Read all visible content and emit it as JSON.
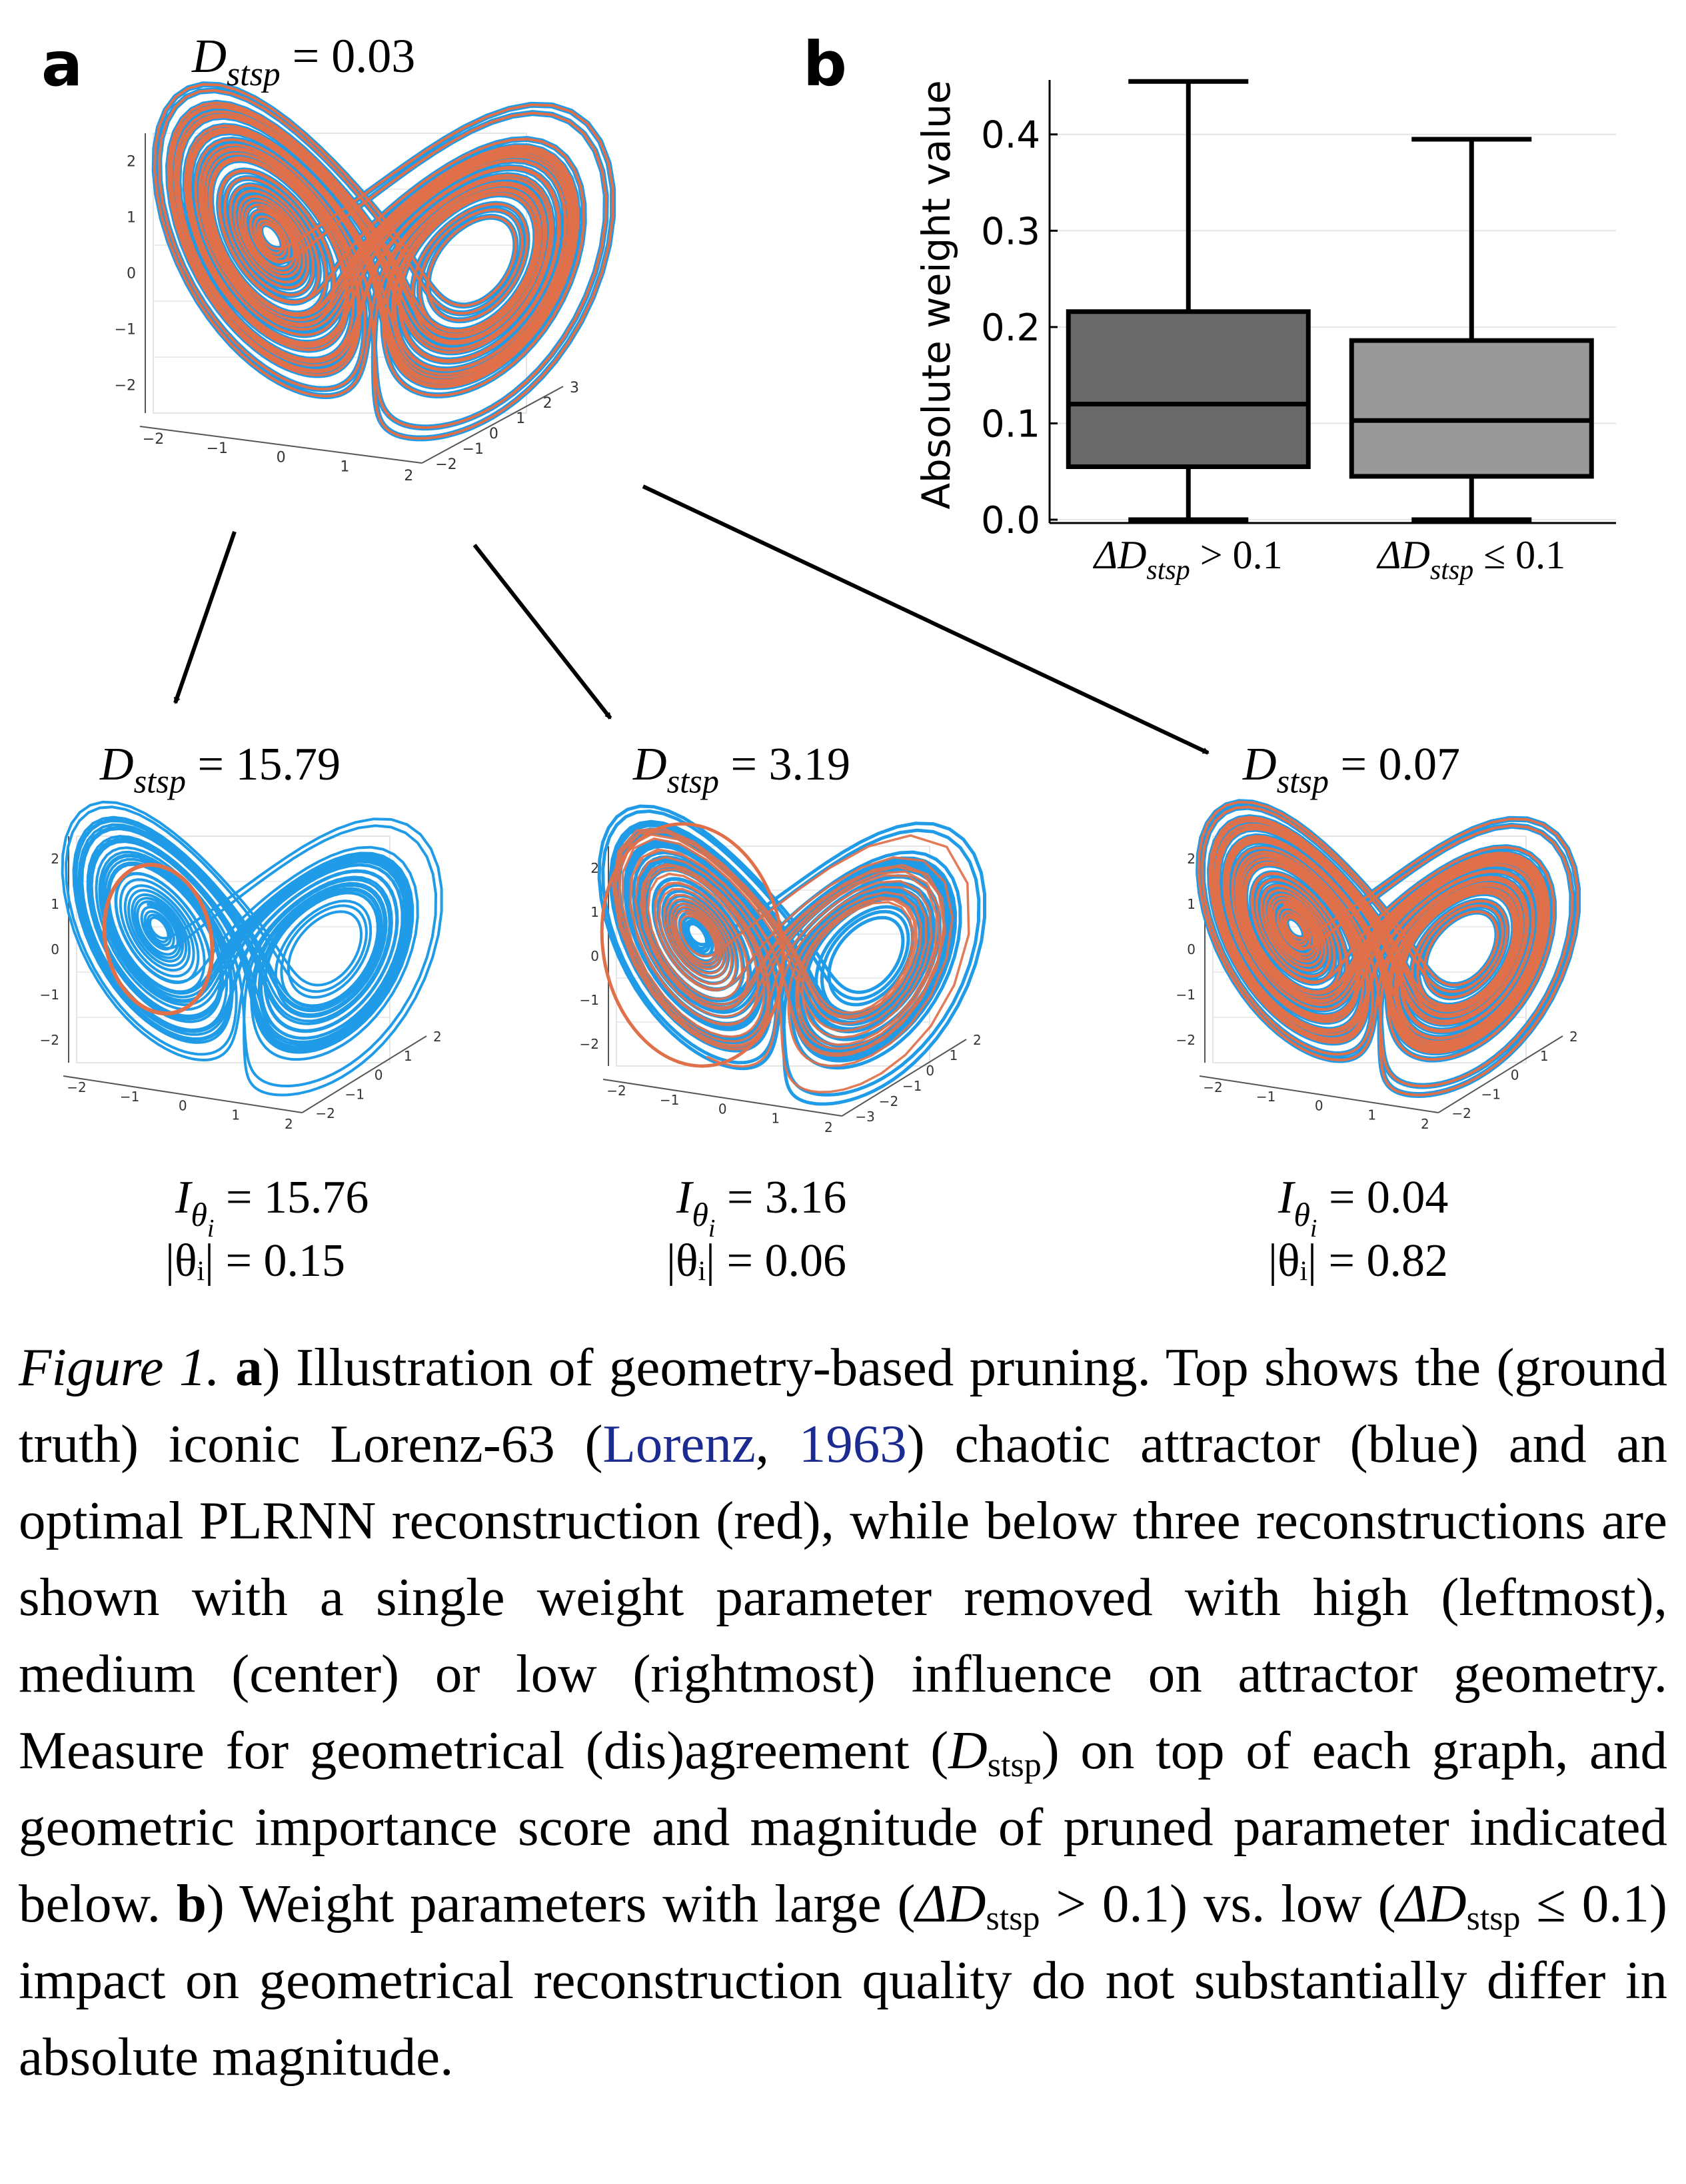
{
  "panel_a": {
    "letter": "a",
    "top": {
      "label": "D",
      "sub": "stsp",
      "value": "= 0.03",
      "yticks": [
        "2",
        "1",
        "0",
        "−1",
        "−2"
      ],
      "xticks": [
        "−2",
        "−1",
        "0",
        "1",
        "2"
      ],
      "zticks": [
        "−2",
        "−1",
        "0",
        "1",
        "2",
        "3"
      ]
    },
    "bottom": [
      {
        "label": "D",
        "sub": "stsp",
        "value": "= 15.79",
        "influence": "I",
        "influence_sub": "θ",
        "influence_subsub": "i",
        "influence_value": "= 15.76",
        "magnitude": "|θᵢ| = 0.15",
        "yticks": [
          "2",
          "1",
          "0",
          "−1",
          "−2"
        ],
        "xticks": [
          "−2",
          "−1",
          "0",
          "1",
          "2"
        ],
        "zticks": [
          "−2",
          "−1",
          "0",
          "1",
          "2"
        ]
      },
      {
        "label": "D",
        "sub": "stsp",
        "value": "= 3.19",
        "influence": "I",
        "influence_sub": "θ",
        "influence_subsub": "i",
        "influence_value": "= 3.16",
        "magnitude": "|θᵢ| = 0.06",
        "yticks": [
          "2",
          "1",
          "0",
          "−1",
          "−2"
        ],
        "xticks": [
          "−2",
          "−1",
          "0",
          "1",
          "2"
        ],
        "zticks": [
          "−3",
          "−2",
          "−1",
          "0",
          "1",
          "2"
        ]
      },
      {
        "label": "D",
        "sub": "stsp",
        "value": "= 0.07",
        "influence": "I",
        "influence_sub": "θ",
        "influence_subsub": "i",
        "influence_value": "= 0.04",
        "magnitude": "|θᵢ| = 0.82",
        "yticks": [
          "2",
          "1",
          "0",
          "−1",
          "−2"
        ],
        "xticks": [
          "−2",
          "−1",
          "0",
          "1",
          "2"
        ],
        "zticks": [
          "−2",
          "−1",
          "0",
          "1",
          "2"
        ]
      }
    ],
    "colors": {
      "ground_truth": "#1f9be8",
      "reconstruction": "#e0704a"
    }
  },
  "panel_b": {
    "letter": "b",
    "chart_data": {
      "type": "box",
      "ylabel": "Absolute weight value",
      "ylim": [
        0.0,
        0.46
      ],
      "yticks": [
        "0.0",
        "0.1",
        "0.2",
        "0.3",
        "0.4"
      ],
      "ytick_values": [
        0.0,
        0.1,
        0.2,
        0.3,
        0.4
      ],
      "categories": [
        "ΔD_stsp > 0.1",
        "ΔD_stsp ≤ 0.1"
      ],
      "category_labels": [
        {
          "pre": "ΔD",
          "sub": "stsp",
          "post": " > 0.1"
        },
        {
          "pre": "ΔD",
          "sub": "stsp",
          "post": " ≤ 0.1"
        }
      ],
      "boxes": [
        {
          "min": 0.0,
          "q1": 0.055,
          "median": 0.12,
          "q3": 0.216,
          "max": 0.455,
          "color": "#696969"
        },
        {
          "min": 0.0,
          "q1": 0.045,
          "median": 0.103,
          "q3": 0.186,
          "max": 0.395,
          "color": "#999999"
        }
      ],
      "grid": true
    }
  },
  "caption": {
    "figure_label": "Figure 1.",
    "a_bold": "a",
    "p1": ") Illustration of geometry-based pruning. Top shows the (ground truth) iconic Lorenz-63 (",
    "ref_author": "Lorenz",
    "ref_sep": ", ",
    "ref_year": "1963",
    "p2": ") chaotic attractor (blue) and an optimal PLRNN reconstruction (red), while below three reconstructions are shown with a single weight parameter removed with high (leftmost), medium (center) or low (rightmost) influence on attractor geometry. Measure for geometrical (dis)agreement (",
    "d1": "D",
    "d1_sub": "stsp",
    "p3": ") on top of each graph, and geometric importance score and magnitude of pruned parameter indicated below. ",
    "b_bold": "b",
    "p4": ") Weight parameters with large (",
    "d2": "ΔD",
    "d2_sub": "stsp",
    "p5": " > 0.1) vs. low (",
    "d3": "ΔD",
    "d3_sub": "stsp",
    "p6": " ≤ 0.1) impact on geometrical reconstruction quality do not substantially differ in absolute magnitude."
  }
}
